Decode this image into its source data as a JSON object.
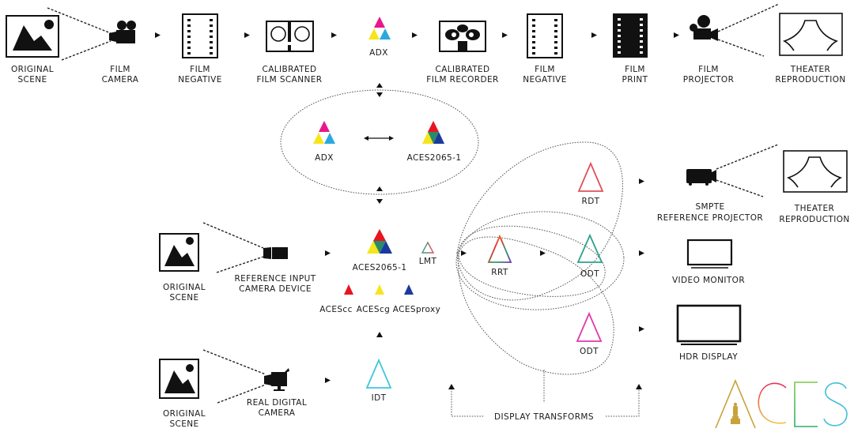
{
  "title": "ACES Pipeline Overview",
  "film_pipeline": {
    "nodes": [
      {
        "id": "original-scene",
        "line1": "ORIGINAL",
        "line2": "SCENE"
      },
      {
        "id": "film-camera",
        "line1": "FILM",
        "line2": "CAMERA"
      },
      {
        "id": "film-negative",
        "line1": "FILM",
        "line2": "NEGATIVE"
      },
      {
        "id": "film-scanner",
        "line1": "CALIBRATED",
        "line2": "FILM SCANNER"
      },
      {
        "id": "adx",
        "line1": "ADX",
        "line2": ""
      },
      {
        "id": "film-recorder",
        "line1": "CALIBRATED",
        "line2": "FILM RECORDER"
      },
      {
        "id": "film-negative-2",
        "line1": "FILM",
        "line2": "NEGATIVE"
      },
      {
        "id": "film-print",
        "line1": "FILM",
        "line2": "PRINT"
      },
      {
        "id": "film-projector",
        "line1": "FILM",
        "line2": "PROJECTOR"
      },
      {
        "id": "theater-reproduction",
        "line1": "THEATER",
        "line2": "REPRODUCTION"
      }
    ]
  },
  "conversion": {
    "left": "ADX",
    "right": "ACES2065-1"
  },
  "reference_input": {
    "scene": {
      "line1": "ORIGINAL",
      "line2": "SCENE"
    },
    "camera": {
      "line1": "REFERENCE INPUT",
      "line2": "CAMERA DEVICE"
    }
  },
  "digital_input": {
    "scene": {
      "line1": "ORIGINAL",
      "line2": "SCENE"
    },
    "camera": {
      "line1": "REAL DIGITAL",
      "line2": "CAMERA"
    }
  },
  "aces": {
    "main": "ACES2065-1",
    "lmt": "LMT",
    "idt": "IDT",
    "working_spaces": [
      {
        "label": "ACEScc",
        "color": "#e8141f"
      },
      {
        "label": "ACEScg",
        "color": "#f5e41a"
      },
      {
        "label": "ACESproxy",
        "color": "#1b3a9c"
      }
    ]
  },
  "transforms": {
    "rrt": "RRT",
    "rdt": "RDT",
    "odt_monitor": "ODT",
    "odt_hdr": "ODT",
    "group_label": "DISPLAY TRANSFORMS"
  },
  "outputs": {
    "projector": {
      "line1": "SMPTE",
      "line2": "REFERENCE PROJECTOR"
    },
    "theater": {
      "line1": "THEATER",
      "line2": "REPRODUCTION"
    },
    "video_monitor": "VIDEO MONITOR",
    "hdr_display": "HDR DISPLAY"
  },
  "logo": {
    "letters": [
      "C",
      "E",
      "S"
    ]
  },
  "colors": {
    "magenta": "#e8178a",
    "yellow": "#f6e51b",
    "cyan": "#29a9df",
    "red": "#e8141f",
    "green": "#2a8a6a",
    "blue": "#1b3a9c",
    "rdt": "#e0505a",
    "odt_monitor": "#2aa38a",
    "odt_hdr": "#e03aa8",
    "idt": "#3fc6dc",
    "gold": "#c9a23a"
  }
}
